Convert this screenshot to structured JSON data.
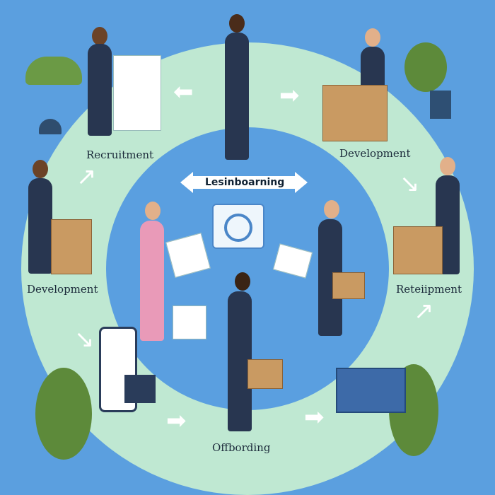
{
  "diagram": {
    "center_label": "Lesinboarning",
    "stages": [
      {
        "label": "Recruitment"
      },
      {
        "label": "Development"
      },
      {
        "label": "Reteiipment"
      },
      {
        "label": "Offbording"
      },
      {
        "label": "Development"
      }
    ]
  },
  "colors": {
    "background": "#5b9fdf",
    "ring": "#bfe8d2",
    "suit": "#283650"
  }
}
